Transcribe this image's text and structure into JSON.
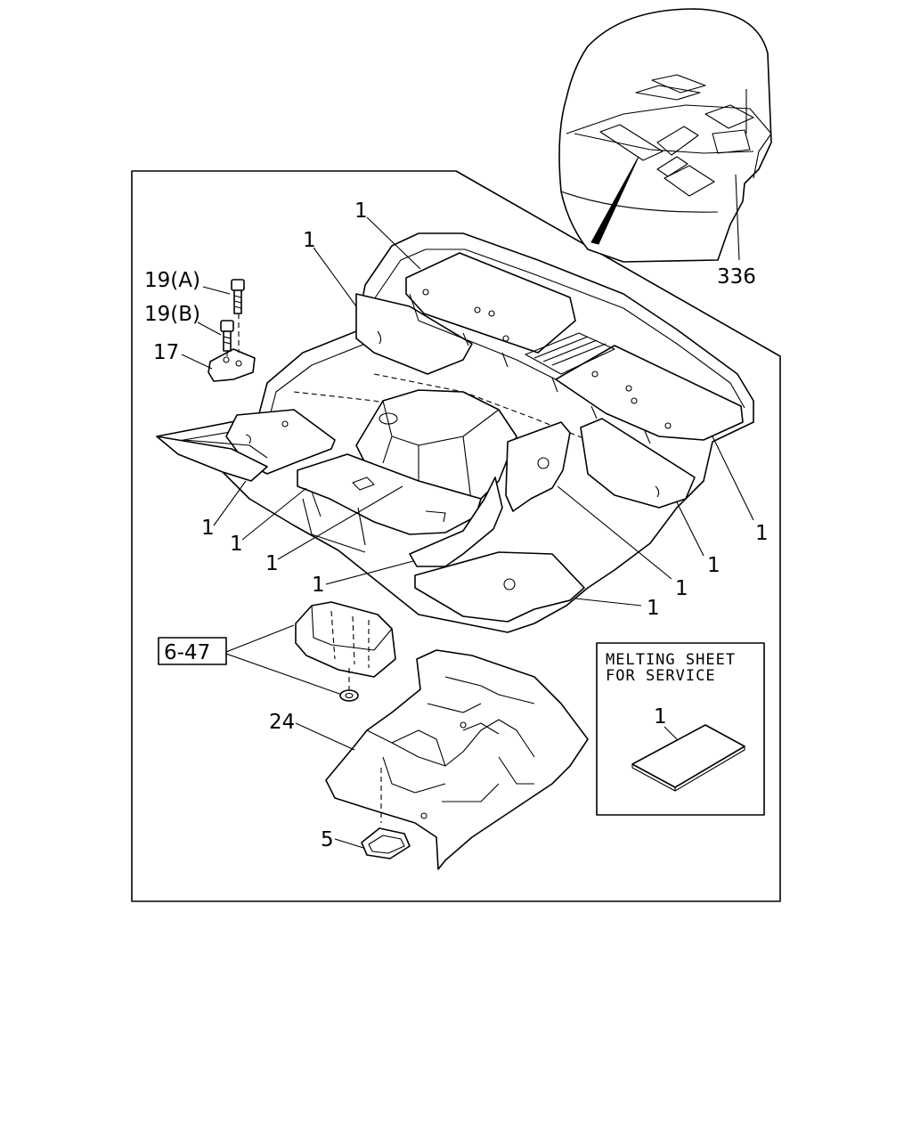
{
  "callouts": {
    "cab_ref": "336",
    "bolt_a": "19(A)",
    "bolt_b": "19(B)",
    "bracket": "17",
    "sheet": "1",
    "ref_box": "6-47",
    "floor_panel": "24",
    "grommet": "5"
  },
  "service_box": {
    "line1": "MELTING SHEET",
    "line2": "FOR SERVICE",
    "part": "1"
  }
}
